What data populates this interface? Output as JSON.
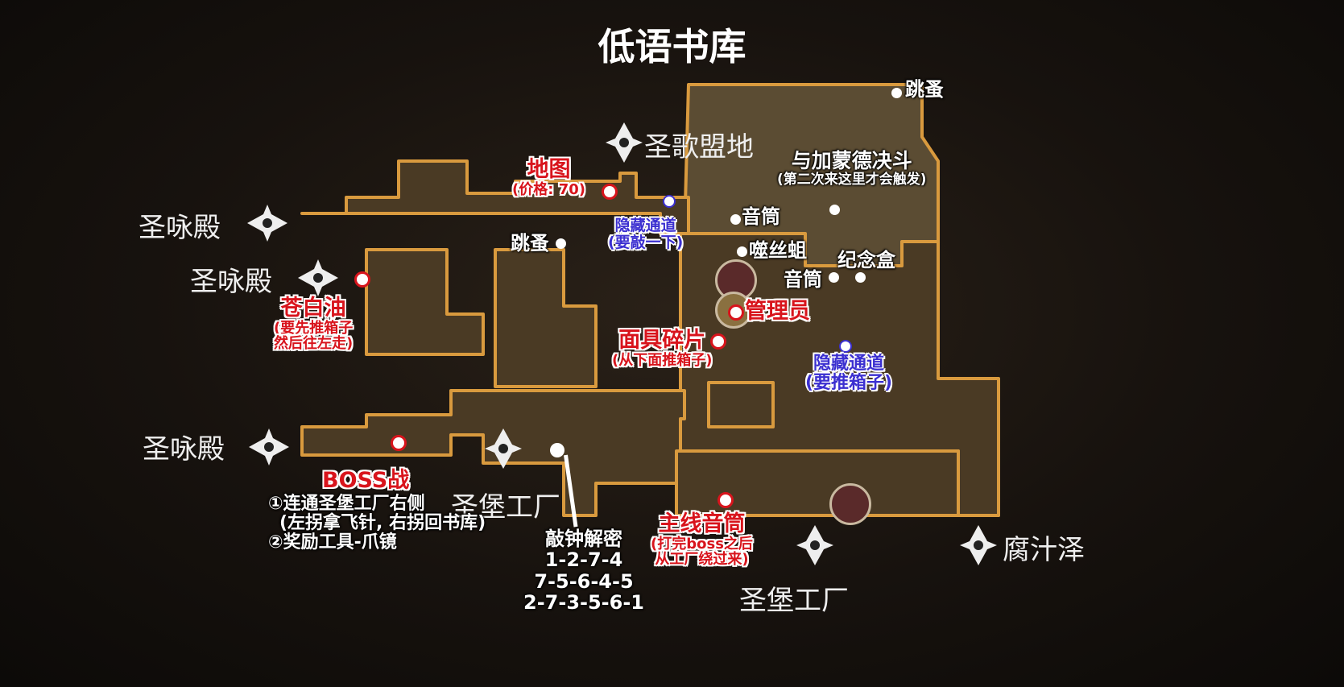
{
  "title": "低语书库",
  "areas": {
    "chant_grounds": "圣歌盟地",
    "hall_left_1": "圣咏殿",
    "hall_left_2": "圣咏殿",
    "hall_left_3": "圣咏殿",
    "factory_1": "圣堡工厂",
    "factory_2": "圣堡工厂",
    "swamp": "腐汁泽"
  },
  "markers": {
    "flea_top": "跳蚤",
    "flea_mid": "跳蚤",
    "duel": {
      "title": "与加蒙德决斗",
      "note": "(第二次来这里才会触发)"
    },
    "map": {
      "title": "地图",
      "note": "(价格: 70)"
    },
    "hidden_1": {
      "title": "隐藏通道",
      "note": "(要敲一下)"
    },
    "cylinder_1": "音筒",
    "silk_maggot": "噬丝蛆",
    "memento": "纪念盒",
    "cylinder_2": "音筒",
    "pale_oil": {
      "title": "苍白油",
      "note1": "(要先推箱子",
      "note2": "然后往左走)"
    },
    "librarian": "管理员",
    "mask_shard": {
      "title": "面具碎片",
      "note": "(从下面推箱子)"
    },
    "hidden_2": {
      "title": "隐藏通道",
      "note": "(要推箱子)"
    },
    "boss": {
      "title": "BOSS战",
      "line1": "①连通圣堡工厂右侧",
      "line2": "(左拐拿飞针, 右拐回书库)",
      "line3": "②奖励工具-爪镜"
    },
    "bell": {
      "title": "敲钟解密",
      "seq1": "1-2-7-4",
      "seq2": "7-5-6-4-5",
      "seq3": "2-7-3-5-6-1"
    },
    "main_cylinder": {
      "title": "主线音筒",
      "note1": "(打完boss之后",
      "note2": "从工厂绕过来)"
    }
  },
  "colors": {
    "map_fill": "#4a3a24",
    "map_stroke": "#d99a3e",
    "red": "#d8141c",
    "blue": "#3b2fd0"
  }
}
